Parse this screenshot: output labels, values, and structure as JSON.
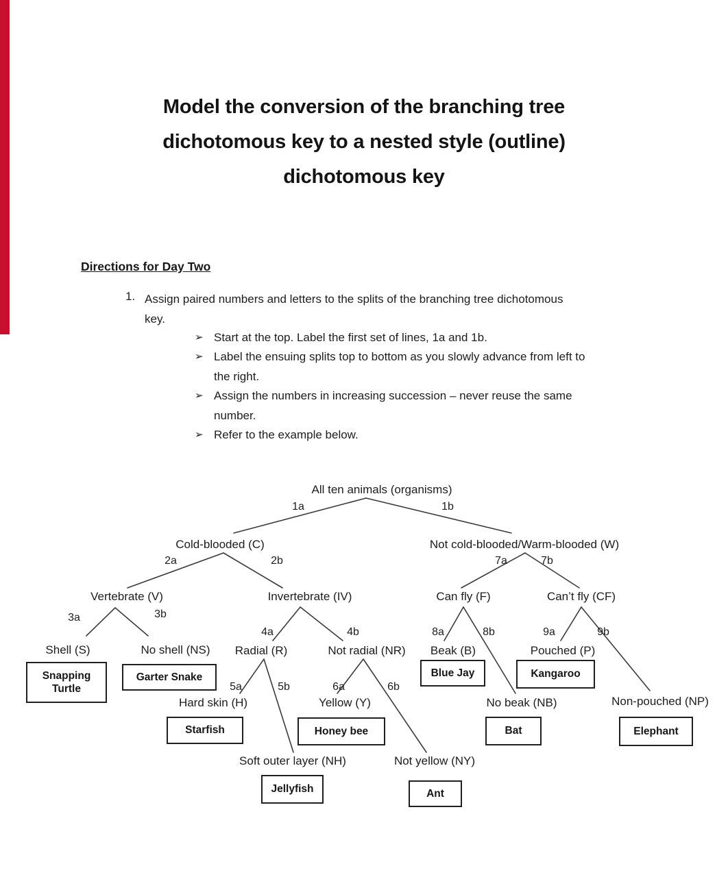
{
  "colors": {
    "margin_bar": "#c8102e",
    "ink": "#1a1a1a"
  },
  "title": {
    "lines": [
      "Model the conversion of the branching tree",
      "dichotomous key to a nested style (outline)",
      "dichotomous key"
    ]
  },
  "directions": {
    "heading": "Directions for Day Two",
    "item_number": "1.",
    "item_lines": [
      "Assign paired numbers and letters to the splits of the branching tree dichotomous",
      "key."
    ],
    "bullet_char": "➢",
    "bullets": [
      {
        "lines": [
          "Start at the top. Label the first set of lines, 1a and 1b."
        ]
      },
      {
        "lines": [
          "Label the ensuing splits top to bottom as you slowly advance from left to",
          "the right."
        ]
      },
      {
        "lines": [
          "Assign the numbers in increasing succession – never reuse the same",
          "number."
        ]
      },
      {
        "lines": [
          "Refer to the example below."
        ]
      }
    ]
  },
  "tree": {
    "nodes": {
      "root": "All ten animals (organisms)",
      "cold": "Cold-blooded (C)",
      "warm": "Not cold-blooded/Warm-blooded (W)",
      "vertebrate": "Vertebrate (V)",
      "invertebrate": "Invertebrate (IV)",
      "can_fly": "Can fly (F)",
      "cant_fly": "Can’t fly (CF)",
      "shell": "Shell (S)",
      "no_shell": "No shell (NS)",
      "radial": "Radial (R)",
      "not_radial": "Not radial (NR)",
      "beak": "Beak (B)",
      "no_beak": "No beak (NB)",
      "pouched": "Pouched (P)",
      "non_pouched": "Non-pouched (NP)",
      "hard_skin": "Hard skin (H)",
      "soft_outer": "Soft outer layer (NH)",
      "yellow": "Yellow (Y)",
      "not_yellow": "Not yellow (NY)"
    },
    "branches": {
      "b1a": "1a",
      "b1b": "1b",
      "b2a": "2a",
      "b2b": "2b",
      "b3a": "3a",
      "b3b": "3b",
      "b4a": "4a",
      "b4b": "4b",
      "b5a": "5a",
      "b5b": "5b",
      "b6a": "6a",
      "b6b": "6b",
      "b7a": "7a",
      "b7b": "7b",
      "b8a": "8a",
      "b8b": "8b",
      "b9a": "9a",
      "b9b": "9b"
    },
    "animals": {
      "snapping_turtle": "Snapping Turtle",
      "garter_snake": "Garter Snake",
      "starfish": "Starfish",
      "jellyfish": "Jellyfish",
      "honey_bee": "Honey bee",
      "ant": "Ant",
      "blue_jay": "Blue Jay",
      "kangaroo": "Kangaroo",
      "bat": "Bat",
      "elephant": "Elephant"
    }
  }
}
